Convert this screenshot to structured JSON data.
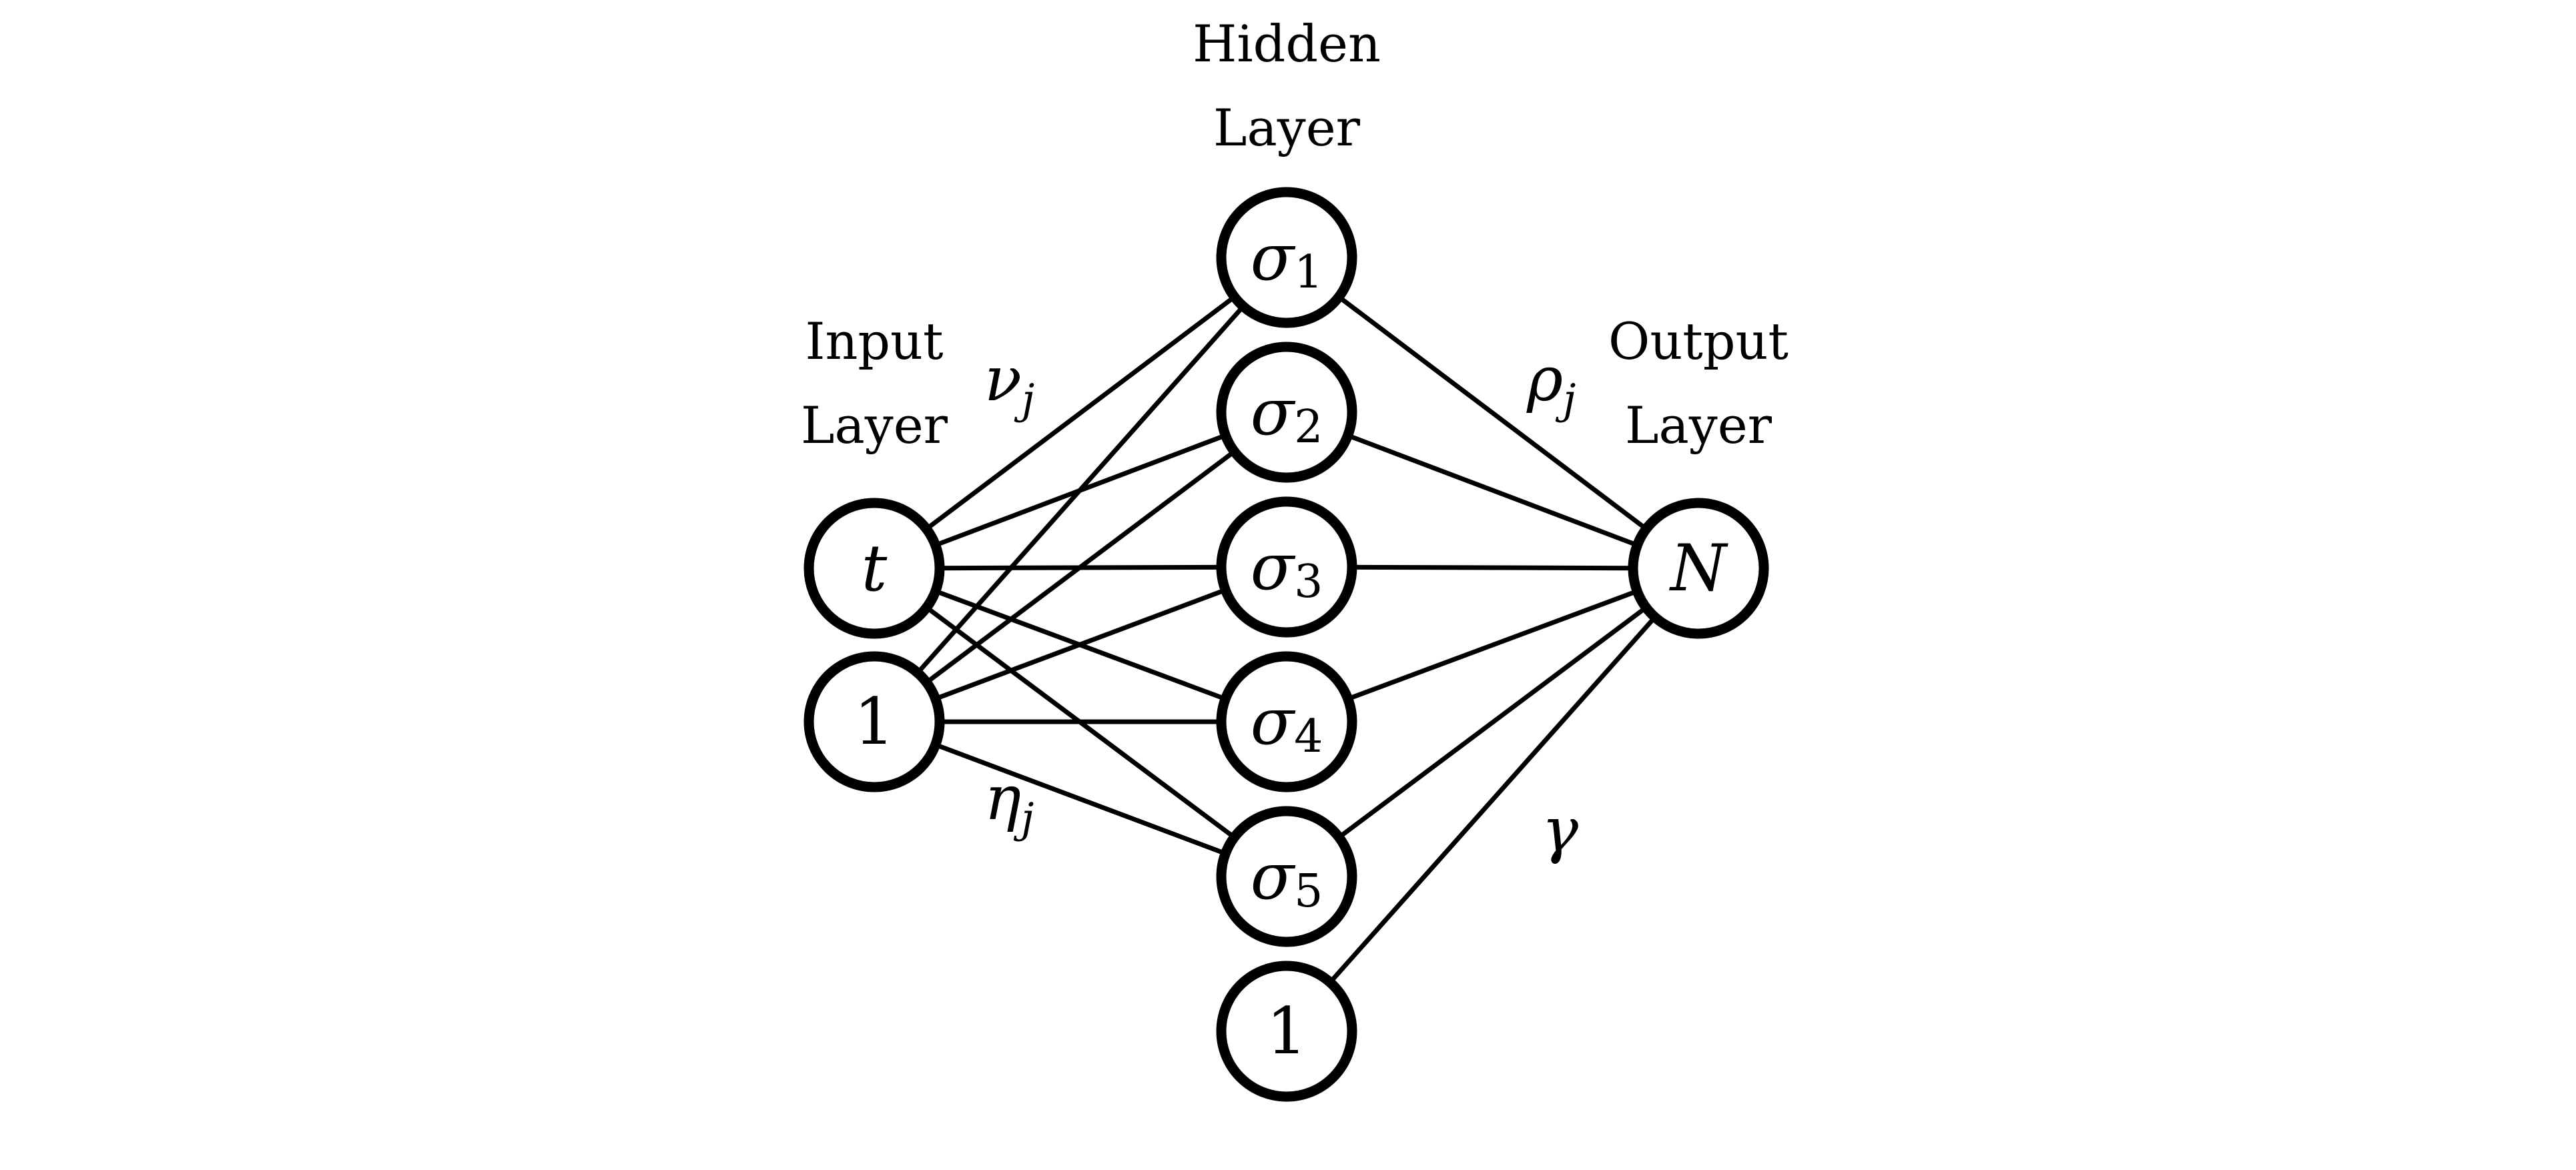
{
  "diagram": {
    "layers": {
      "input": {
        "label_lines": [
          "Input",
          "Layer"
        ]
      },
      "hidden": {
        "label_lines": [
          "Hidden",
          "Layer"
        ]
      },
      "output": {
        "label_lines": [
          "Output",
          "Layer"
        ]
      }
    },
    "nodes": {
      "input": [
        {
          "id": "t",
          "symbol": "t",
          "subscript": "",
          "italic": true
        },
        {
          "id": "bias",
          "symbol": "1",
          "subscript": "",
          "italic": false
        }
      ],
      "hidden": [
        {
          "id": "s1",
          "symbol": "σ",
          "subscript": "1",
          "italic": true
        },
        {
          "id": "s2",
          "symbol": "σ",
          "subscript": "2",
          "italic": true
        },
        {
          "id": "s3",
          "symbol": "σ",
          "subscript": "3",
          "italic": true
        },
        {
          "id": "s4",
          "symbol": "σ",
          "subscript": "4",
          "italic": true
        },
        {
          "id": "s5",
          "symbol": "σ",
          "subscript": "5",
          "italic": true
        },
        {
          "id": "hbias",
          "symbol": "1",
          "subscript": "",
          "italic": false
        }
      ],
      "output": [
        {
          "id": "N",
          "symbol": "N",
          "subscript": "",
          "italic": true
        }
      ]
    },
    "weights": {
      "input_to_hidden": {
        "symbol": "ν",
        "subscript": "j"
      },
      "bias_to_hidden": {
        "symbol": "η",
        "subscript": "j"
      },
      "hidden_to_output": {
        "symbol": "ρ",
        "subscript": "j"
      },
      "bias_to_output": {
        "symbol": "γ",
        "subscript": ""
      }
    },
    "edges": [
      [
        "t",
        "s1"
      ],
      [
        "t",
        "s2"
      ],
      [
        "t",
        "s3"
      ],
      [
        "t",
        "s4"
      ],
      [
        "t",
        "s5"
      ],
      [
        "bias",
        "s1"
      ],
      [
        "bias",
        "s2"
      ],
      [
        "bias",
        "s3"
      ],
      [
        "bias",
        "s4"
      ],
      [
        "bias",
        "s5"
      ],
      [
        "s1",
        "N"
      ],
      [
        "s2",
        "N"
      ],
      [
        "s3",
        "N"
      ],
      [
        "s4",
        "N"
      ],
      [
        "s5",
        "N"
      ],
      [
        "hbias",
        "N"
      ]
    ]
  }
}
